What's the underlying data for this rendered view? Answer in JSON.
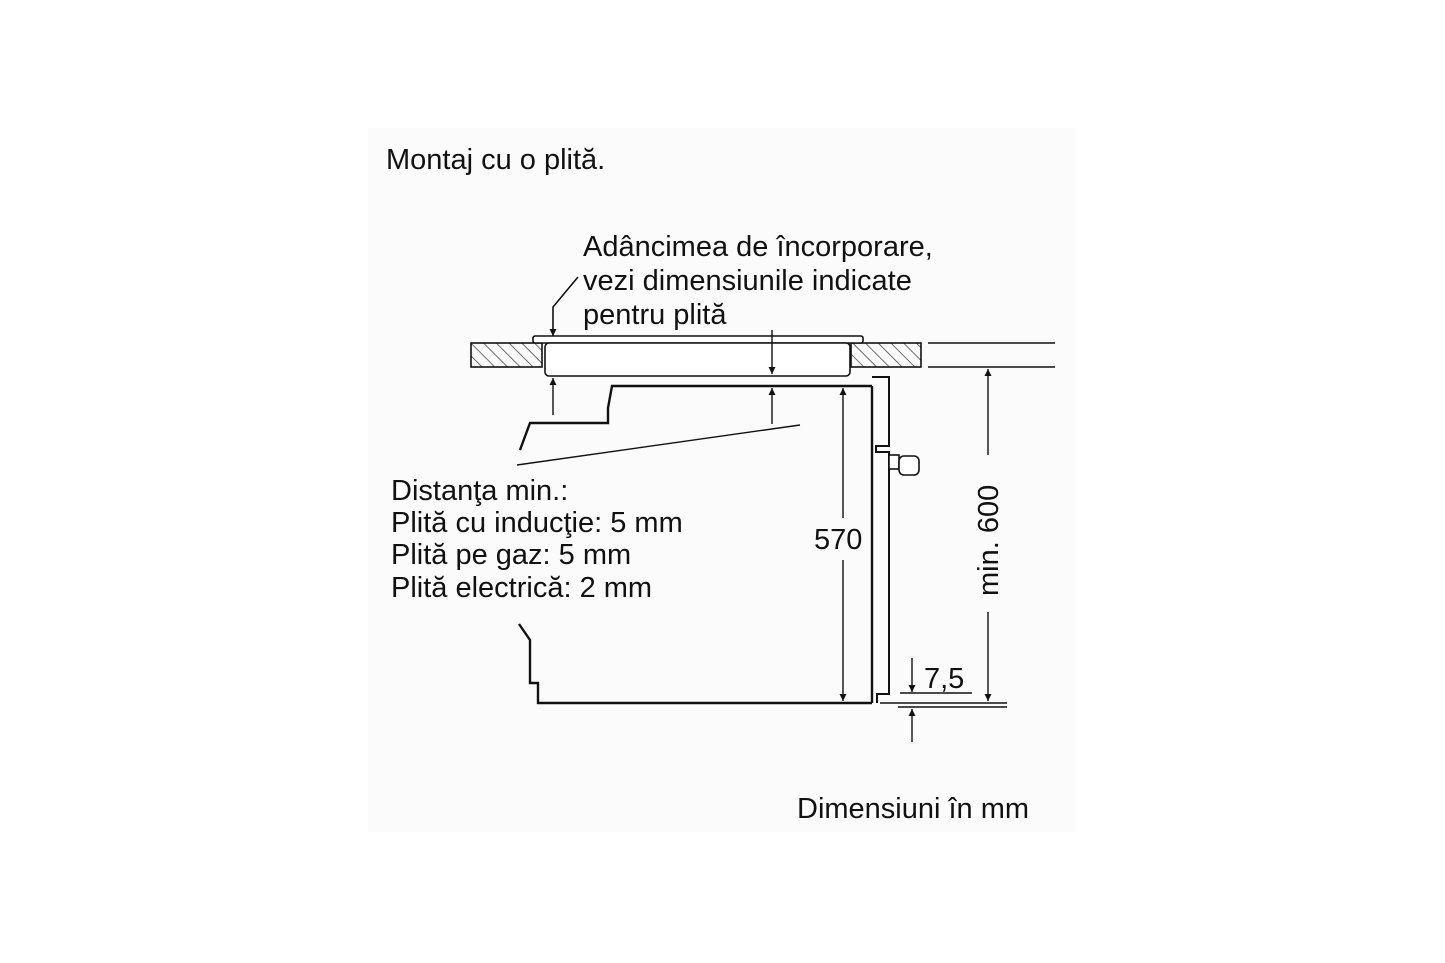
{
  "diagram": {
    "title": "Montaj cu o plită.",
    "depth_note": [
      "Adâncimea de încorporare,",
      "vezi dimensiunile indicate",
      "pentru plită"
    ],
    "distance_note": [
      "Distanţa min.:",
      "Plită cu inducţie: 5 mm",
      "Plită pe gaz: 5 mm",
      "Plită electrică: 2 mm"
    ],
    "dim_570": "570",
    "dim_600": "min. 600",
    "dim_7_5": "7,5",
    "units_note": "Dimensiuni în mm"
  },
  "colors": {
    "line": "#111111",
    "background": "#ffffff",
    "panel": "#fbfbfb"
  }
}
